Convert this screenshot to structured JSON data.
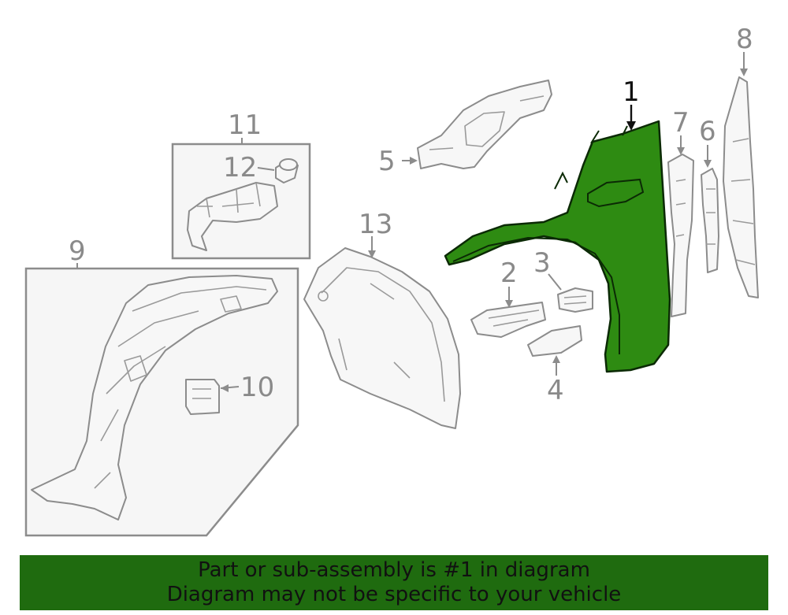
{
  "callouts": {
    "c1": "1",
    "c2": "2",
    "c3": "3",
    "c4": "4",
    "c5": "5",
    "c6": "6",
    "c7": "7",
    "c8": "8",
    "c9": "9",
    "c10": "10",
    "c11": "11",
    "c12": "12",
    "c13": "13"
  },
  "banner": {
    "line1": "Part or sub-assembly is #1 in diagram",
    "line2": "Diagram may not be specific to your vehicle"
  },
  "colors": {
    "highlight_part": "#2e8b12",
    "banner_background": "#1f6b0f",
    "line_art": "#8c8c8c"
  }
}
